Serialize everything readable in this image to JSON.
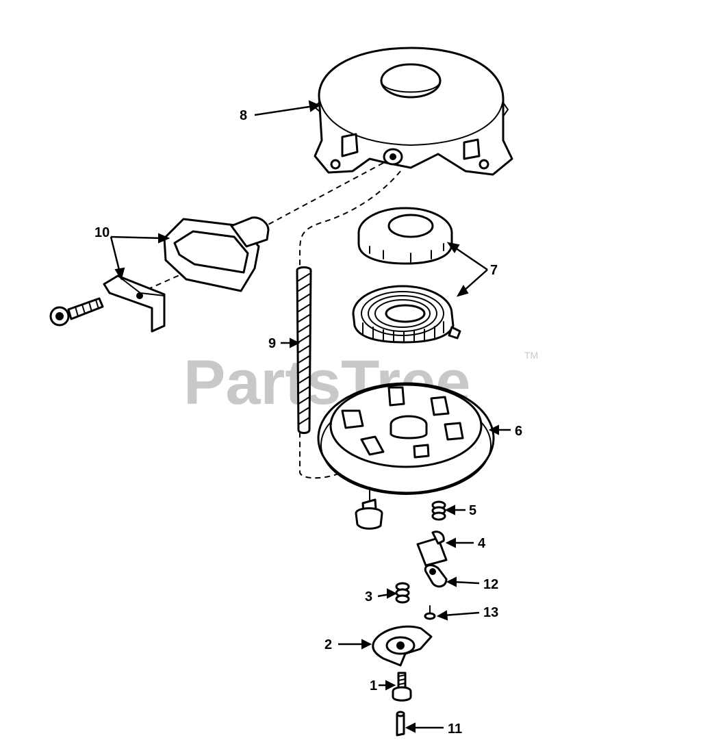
{
  "watermark": {
    "text": "PartsTree",
    "trademark": "TM"
  },
  "callouts": {
    "c1": "1",
    "c2": "2",
    "c3": "3",
    "c4": "4",
    "c5": "5",
    "c6": "6",
    "c7": "7",
    "c8": "8",
    "c9": "9",
    "c10": "10",
    "c11": "11",
    "c12": "12",
    "c13": "13"
  },
  "colors": {
    "ink": "#000000",
    "watermark": "#c8c8c8",
    "background": "#ffffff"
  }
}
